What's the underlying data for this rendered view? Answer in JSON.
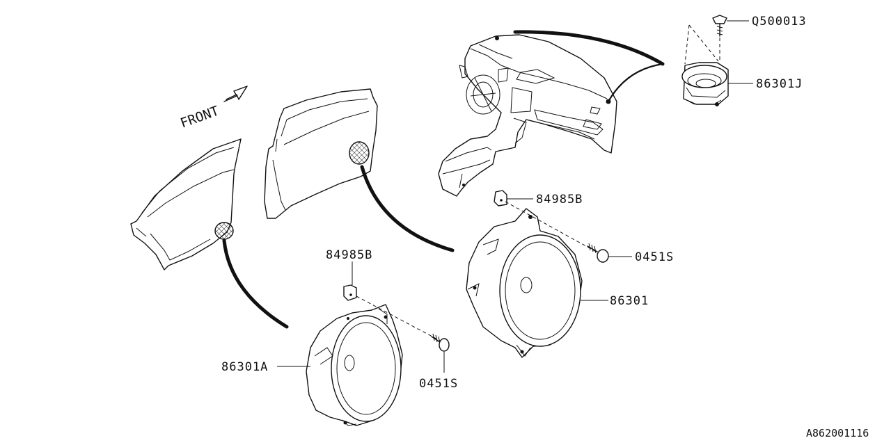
{
  "front_label": "FRONT",
  "parts": {
    "q500013": "Q500013",
    "p86301J": "86301J",
    "p84985B_upper": "84985B",
    "p0451S_upper": "0451S",
    "p86301": "86301",
    "p84985B_lower": "84985B",
    "p86301A": "86301A",
    "p0451S_lower": "0451S"
  },
  "diagram_id": "A862001116"
}
